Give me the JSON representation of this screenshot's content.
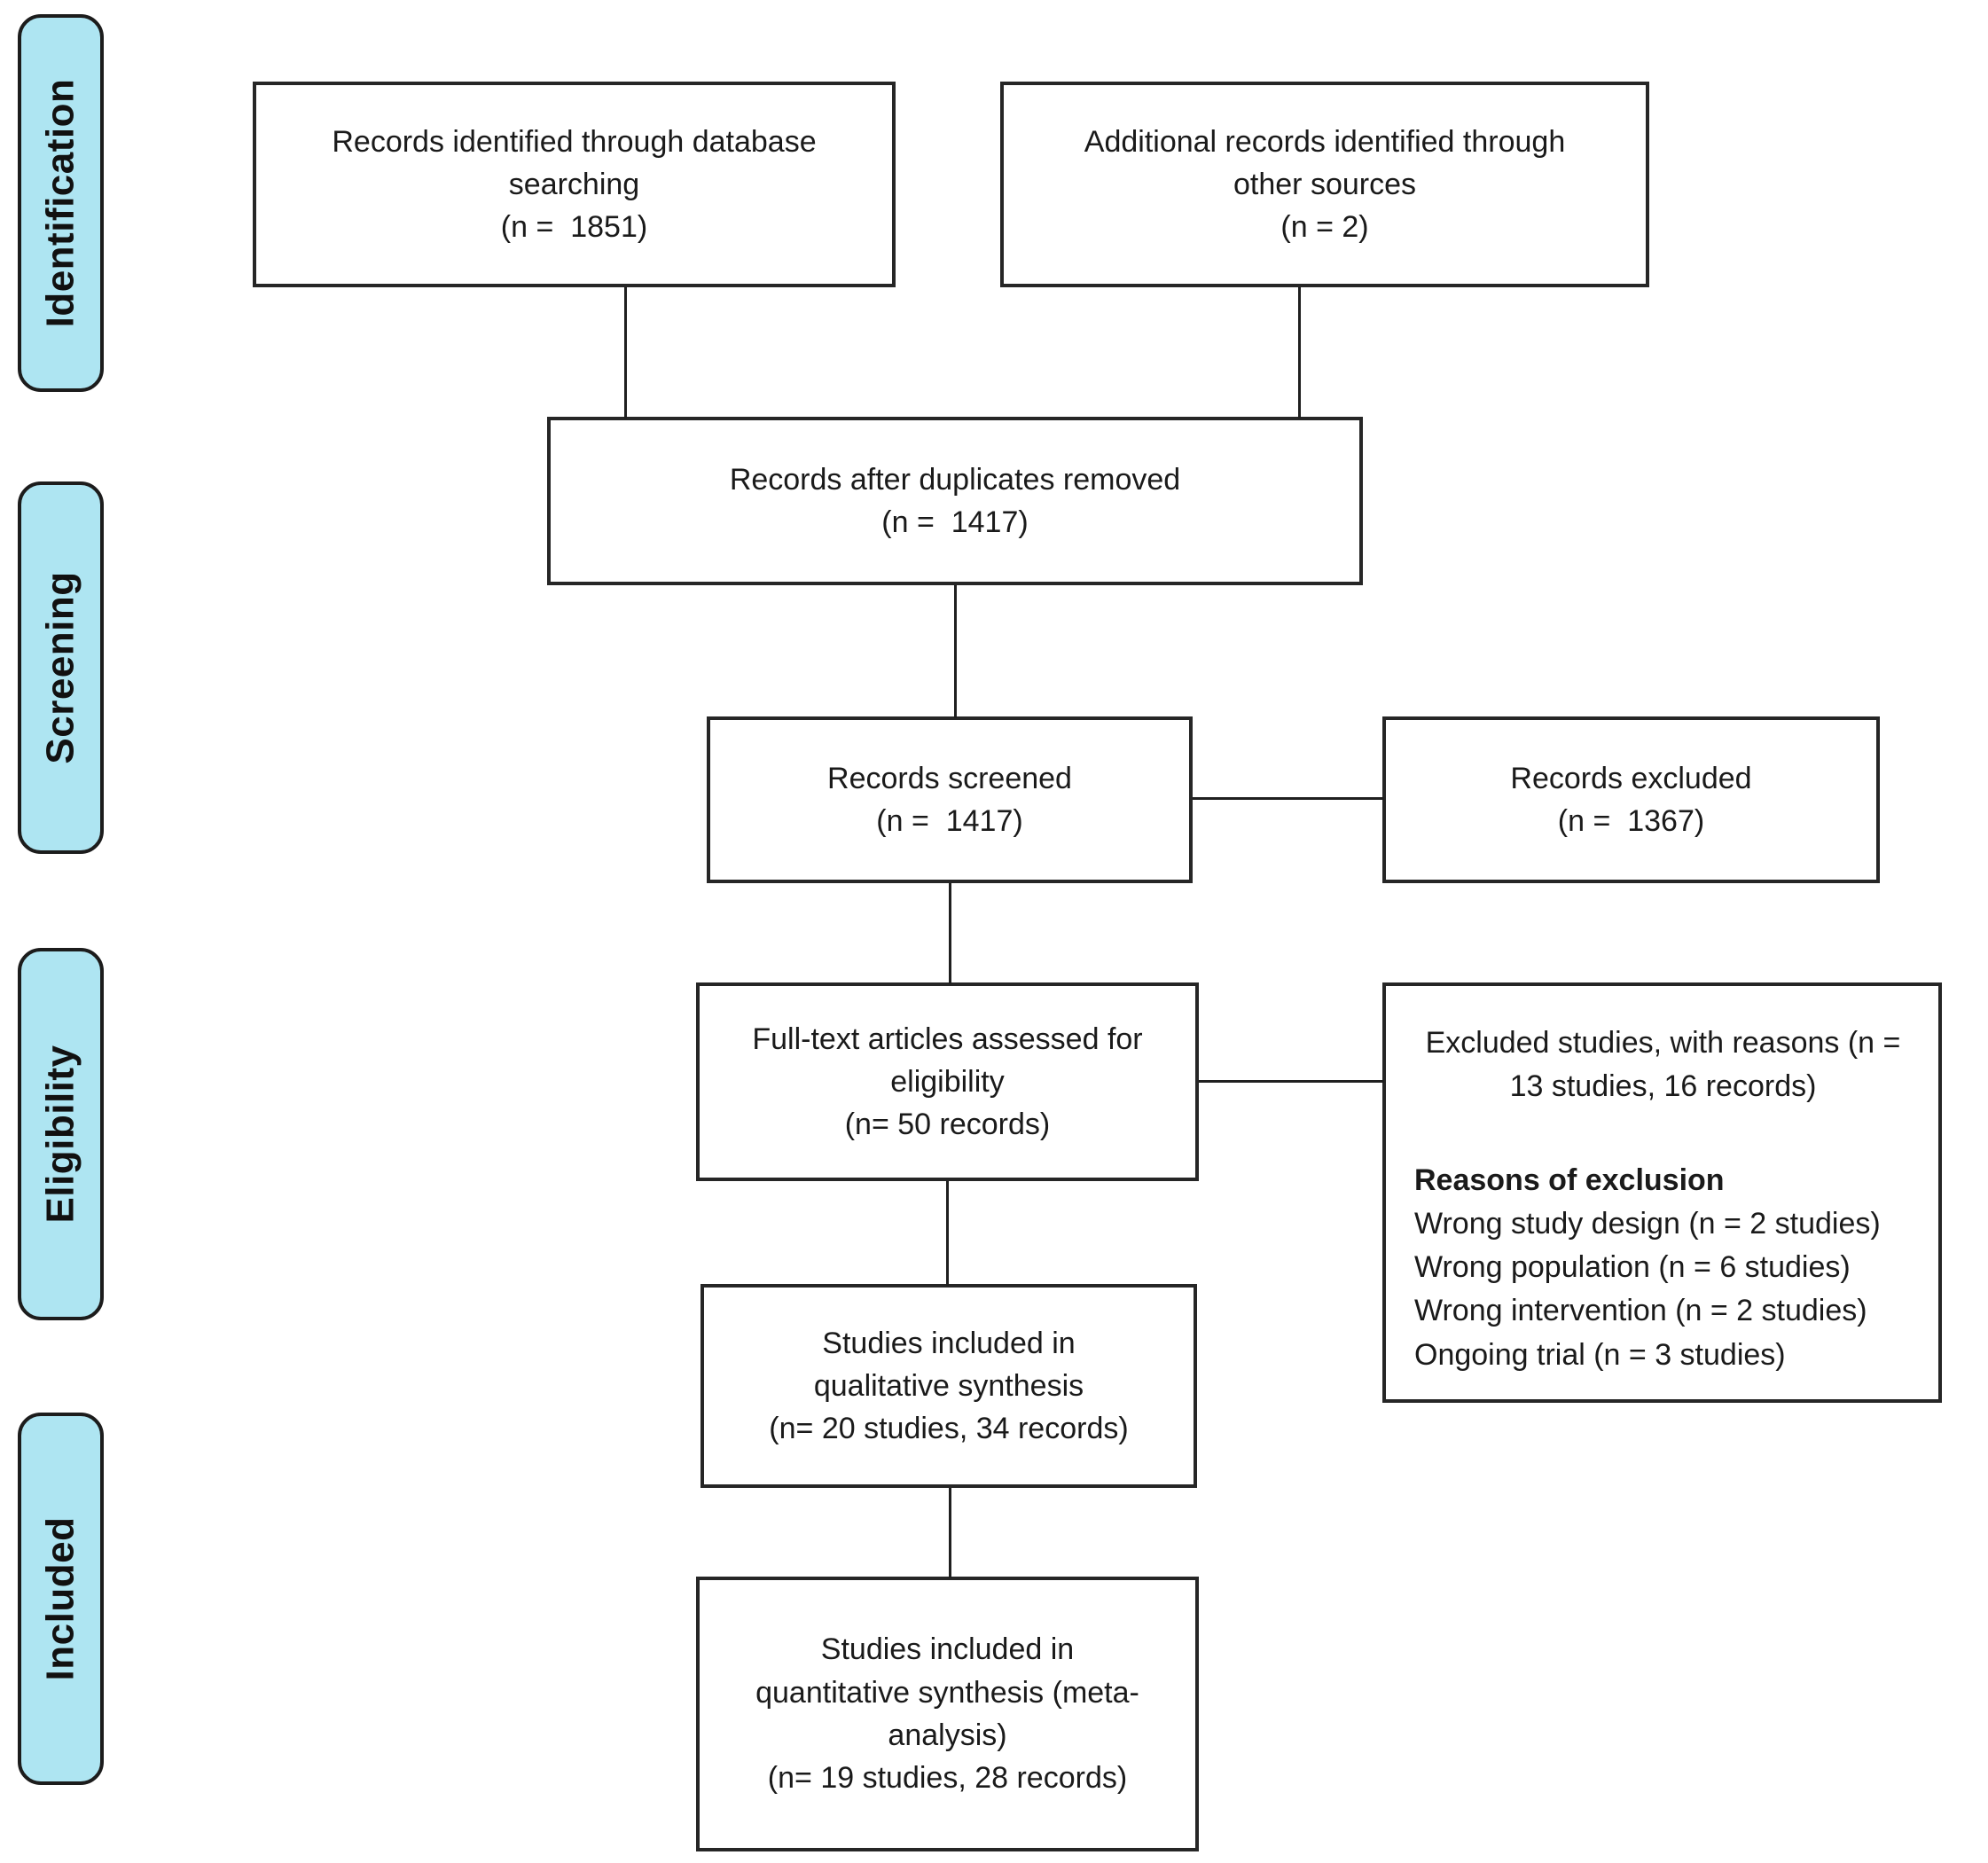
{
  "stages": {
    "identification": "Identification",
    "screening": "Screening",
    "eligibility": "Eligibility",
    "included": "Included"
  },
  "boxes": {
    "identified_db": {
      "text": "Records identified through database\nsearching\n(n =  1851)"
    },
    "identified_other": {
      "text": "Additional records identified through\nother sources\n(n = 2)"
    },
    "after_duplicates": {
      "text": "Records after duplicates removed\n(n =  1417)"
    },
    "screened": {
      "text": "Records screened\n(n =  1417)"
    },
    "excluded_records": {
      "text": "Records excluded\n(n =  1367)"
    },
    "fulltext": {
      "text": "Full-text articles assessed for\neligibility\n(n= 50 records)"
    },
    "excluded_studies": {
      "title": "Excluded studies, with reasons (n =\n13 studies, 16 records)",
      "reasons_heading": "Reasons of exclusion",
      "reasons": [
        "Wrong study design (n = 2 studies)",
        "Wrong population (n = 6 studies)",
        "Wrong intervention (n = 2 studies)",
        "Ongoing trial (n = 3 studies)"
      ]
    },
    "qualitative": {
      "text": "Studies included in\nqualitative synthesis\n(n= 20 studies, 34 records)"
    },
    "quantitative": {
      "text": "Studies included in\nquantitative synthesis (meta-\nanalysis)\n(n= 19 studies, 28 records)"
    }
  },
  "colors": {
    "stage_fill": "#aee5f2",
    "stage_border": "#1c1c1c",
    "box_border": "#262626",
    "box_fill": "#ffffff",
    "connector": "#1f1f1f",
    "background": "#ffffff",
    "text": "#1a1a1a"
  }
}
